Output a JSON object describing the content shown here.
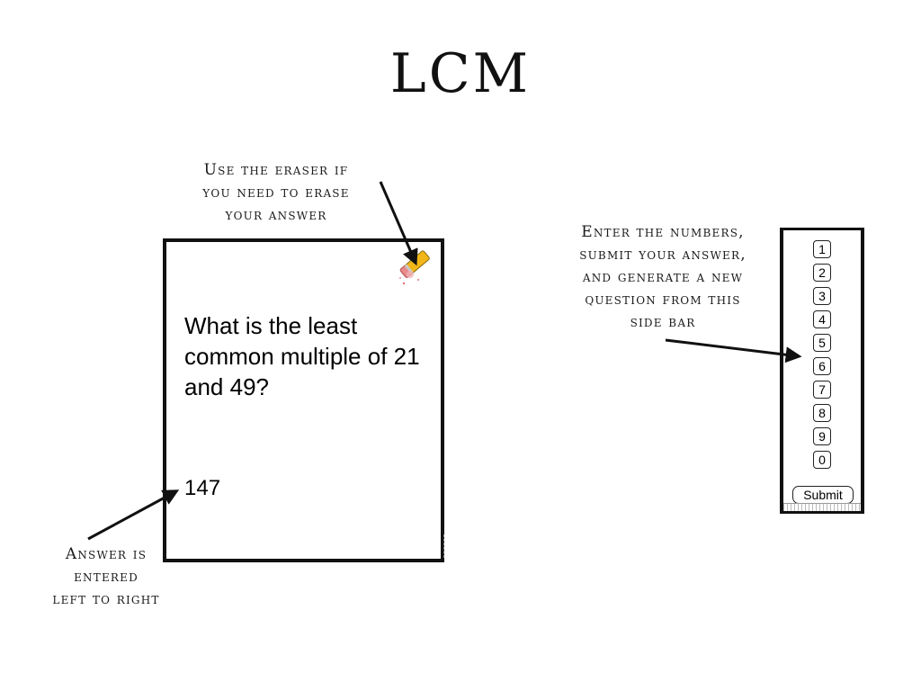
{
  "page": {
    "title": "LCM"
  },
  "notes": {
    "eraser": [
      "Use the eraser if",
      "you need to erase",
      "your answer"
    ],
    "sidebar": [
      "Enter the numbers,",
      "submit your answer,",
      "and generate a new",
      "question from this",
      "side bar"
    ],
    "answer": [
      "Answer is",
      "entered",
      "left to right"
    ]
  },
  "question_card": {
    "question": "What is the least common multiple of 21 and 49?",
    "answer": "147",
    "eraser_icon": "eraser-icon"
  },
  "sidebar": {
    "keys": [
      "1",
      "2",
      "3",
      "4",
      "5",
      "6",
      "7",
      "8",
      "9",
      "0"
    ],
    "submit_label": "Submit"
  }
}
